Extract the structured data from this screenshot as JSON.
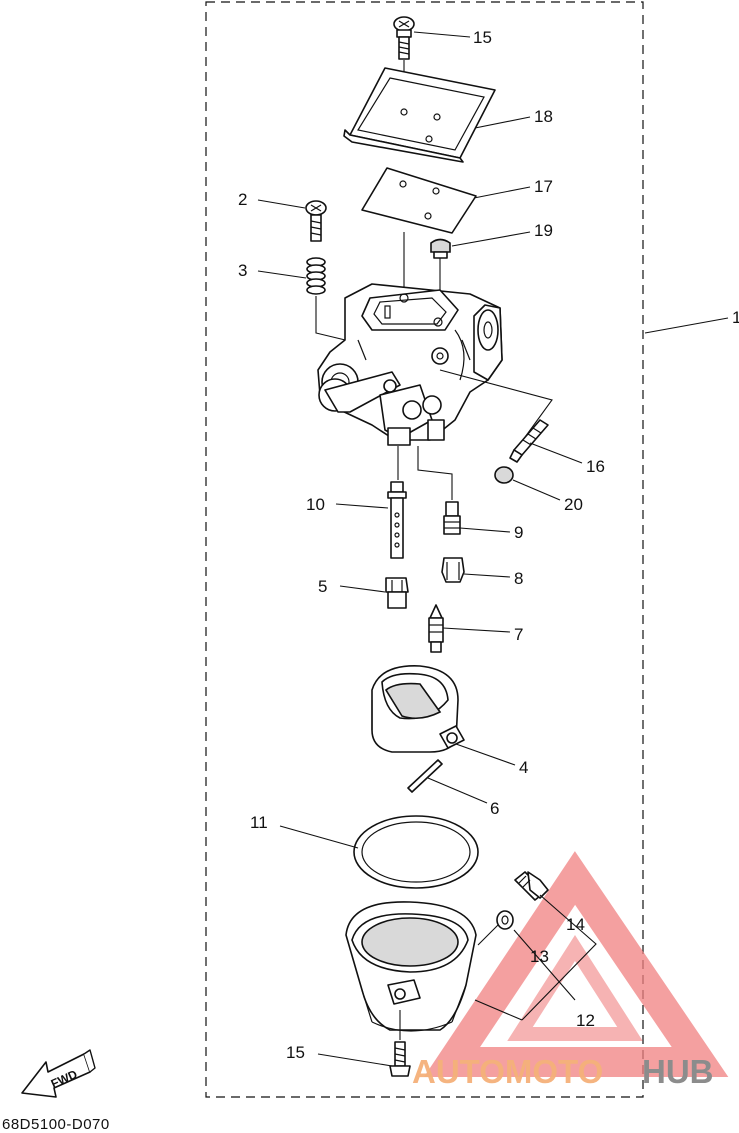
{
  "diagram": {
    "drawing_code": "68D5100-D070",
    "direction_label": "FWD",
    "watermark": {
      "text_a": "AUTOMOTO",
      "text_b": "HUB",
      "color_a": "#f5b17a",
      "color_b": "#8c8c8c",
      "triangle_color": "#f08080"
    },
    "callouts": {
      "c1": "1",
      "c2": "2",
      "c3": "3",
      "c4": "4",
      "c5": "5",
      "c6": "6",
      "c7": "7",
      "c8": "8",
      "c9": "9",
      "c10": "10",
      "c11": "11",
      "c12": "12",
      "c13": "13",
      "c14": "14",
      "c15_top": "15",
      "c15_bottom": "15",
      "c16": "16",
      "c17": "17",
      "c18": "18",
      "c19": "19",
      "c20": "20"
    }
  }
}
